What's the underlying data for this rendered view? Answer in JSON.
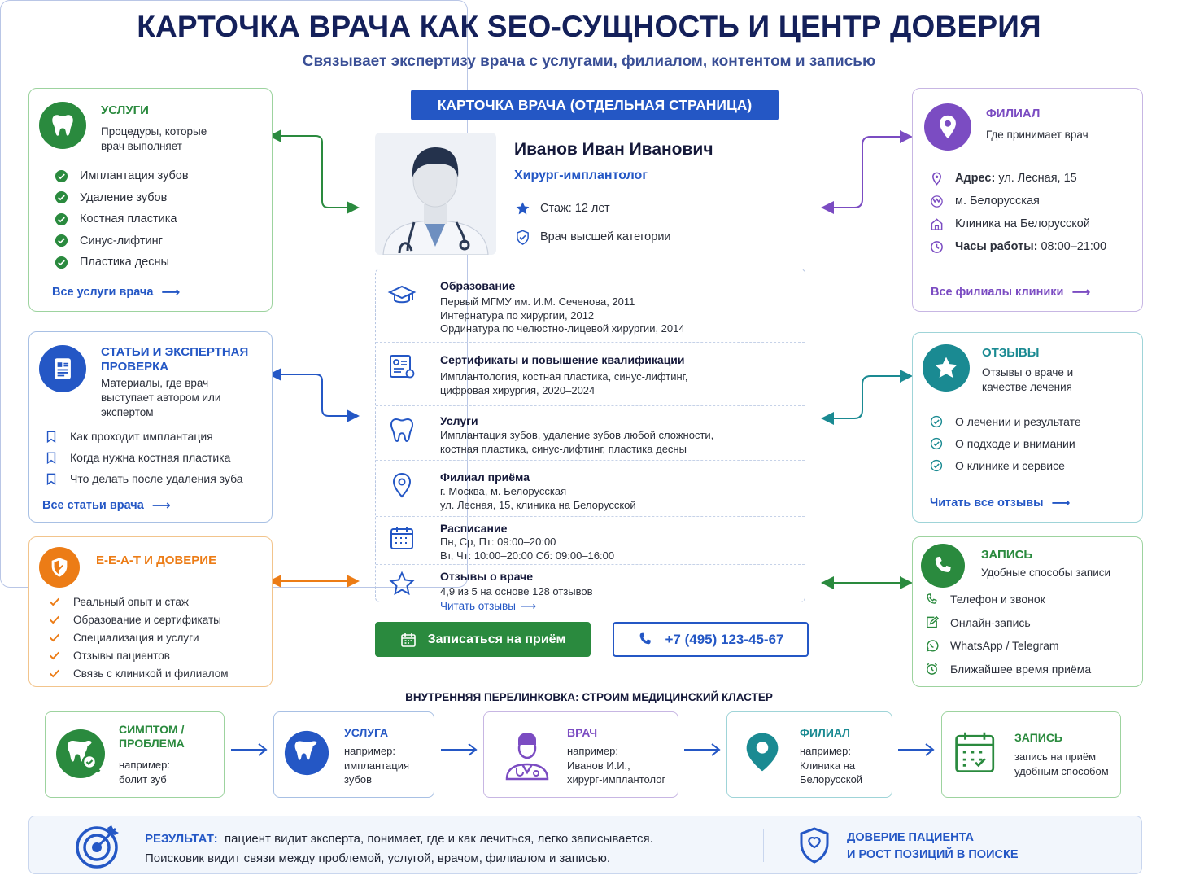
{
  "title": "КАРТОЧКА ВРАЧА КАК SEO-СУЩНОСТЬ И ЦЕНТР ДОВЕРИЯ",
  "subtitle": "Связывает экспертизу врача с услугами, филиалом, контентом и записью",
  "services": {
    "heading": "УСЛУГИ",
    "desc": "Процедуры, которые врач выполняет",
    "items": [
      "Имплантация зубов",
      "Удаление зубов",
      "Костная пластика",
      "Синус-лифтинг",
      "Пластика десны"
    ],
    "link": "Все услуги врача",
    "color": "#2a8a3e"
  },
  "articles": {
    "heading": "СТАТЬИ И ЭКСПЕРТНАЯ ПРОВЕРКА",
    "desc": "Материалы, где врач выступает автором или экспертом",
    "items": [
      "Как проходит имплантация",
      "Когда нужна костная пластика",
      "Что делать после удаления зуба"
    ],
    "link": "Все статьи врача",
    "color": "#2457c5"
  },
  "eeat": {
    "heading": "E-E-A-T И ДОВЕРИЕ",
    "items": [
      "Реальный опыт и стаж",
      "Образование и сертификаты",
      "Специализация и услуги",
      "Отзывы пациентов",
      "Связь с клиникой и филиалом"
    ],
    "color": "#ec7c16"
  },
  "branch": {
    "heading": "ФИЛИАЛ",
    "desc": "Где принимает врач",
    "items": [
      {
        "label": "Адрес:",
        "value": "ул. Лесная, 15"
      },
      {
        "label": "",
        "value": "м. Белорусская"
      },
      {
        "label": "",
        "value": "Клиника на Белорусской"
      },
      {
        "label": "Часы работы:",
        "value": "08:00–21:00"
      }
    ],
    "link": "Все филиалы клиники",
    "color": "#7b4cc2"
  },
  "reviews": {
    "heading": "ОТЗЫВЫ",
    "desc": "Отзывы о враче и качестве лечения",
    "items": [
      "О лечении и результате",
      "О подходе и внимании",
      "О клинике и сервисе"
    ],
    "link": "Читать все отзывы",
    "color": "#1a8a92"
  },
  "booking": {
    "heading": "ЗАПИСЬ",
    "desc": "Удобные способы записи",
    "items": [
      "Телефон и звонок",
      "Онлайн-запись",
      "WhatsApp / Telegram",
      "Ближайшее время приёма"
    ],
    "color": "#2a8a3e"
  },
  "doctor_card": {
    "tab": "КАРТОЧКА ВРАЧА (ОТДЕЛЬНАЯ СТРАНИЦА)",
    "name": "Иванов Иван Иванович",
    "specialty": "Хирург-имплантолог",
    "experience": "Стаж: 12 лет",
    "category": "Врач высшей категории",
    "sections": [
      {
        "title": "Образование",
        "body": "Первый МГМУ им. И.М. Сеченова, 2011\nИнтернатура по хирургии, 2012\nОрдинатура по челюстно-лицевой хирургии, 2014"
      },
      {
        "title": "Сертификаты и повышение квалификации",
        "body": "Имплантология, костная пластика, синус-лифтинг,\nцифровая хирургия, 2020–2024"
      },
      {
        "title": "Услуги",
        "body": "Имплантация зубов, удаление зубов любой сложности,\nкостная пластика, синус-лифтинг, пластика десны"
      },
      {
        "title": "Филиал приёма",
        "body": "г. Москва, м. Белорусская\nул. Лесная, 15, клиника на Белорусской"
      },
      {
        "title": "Расписание",
        "body": "Пн, Ср, Пт: 09:00–20:00\nВт, Чт: 10:00–20:00     Сб: 09:00–16:00"
      },
      {
        "title": "Отзывы о враче",
        "body": "4,9 из 5 на основе 128 отзывов"
      }
    ],
    "reviews_link": "Читать отзывы",
    "book_button": "Записаться на приём",
    "phone": "+7 (495) 123-45-67",
    "accent": "#2457c5"
  },
  "cluster": {
    "title": "ВНУТРЕННЯЯ ПЕРЕЛИНКОВКА: СТРОИМ МЕДИЦИНСКИЙ КЛАСТЕР",
    "steps": [
      {
        "heading": "СИМПТОМ /\nПРОБЛЕМА",
        "body": "например:\nболит зуб",
        "color": "#2a8a3e"
      },
      {
        "heading": "УСЛУГА",
        "body": "например:\nимплантация\nзубов",
        "color": "#2457c5"
      },
      {
        "heading": "ВРАЧ",
        "body": "например:\nИванов И.И.,\nхирург-имплантолог",
        "color": "#7b4cc2"
      },
      {
        "heading": "ФИЛИАЛ",
        "body": "например:\nКлиника на\nБелорусской",
        "color": "#1a8a92"
      },
      {
        "heading": "ЗАПИСЬ",
        "body": "запись на приём\nудобным способом",
        "color": "#2a8a3e"
      }
    ]
  },
  "result": {
    "label": "РЕЗУЛЬТАТ:",
    "line1": "пациент видит эксперта, понимает, где и как лечиться, легко записывается.",
    "line2": "Поисковик видит связи между проблемой, услугой, врачом, филиалом и записью.",
    "trust_line1": "ДОВЕРИЕ ПАЦИЕНТА",
    "trust_line2": "И РОСТ ПОЗИЦИЙ В ПОИСКЕ"
  }
}
